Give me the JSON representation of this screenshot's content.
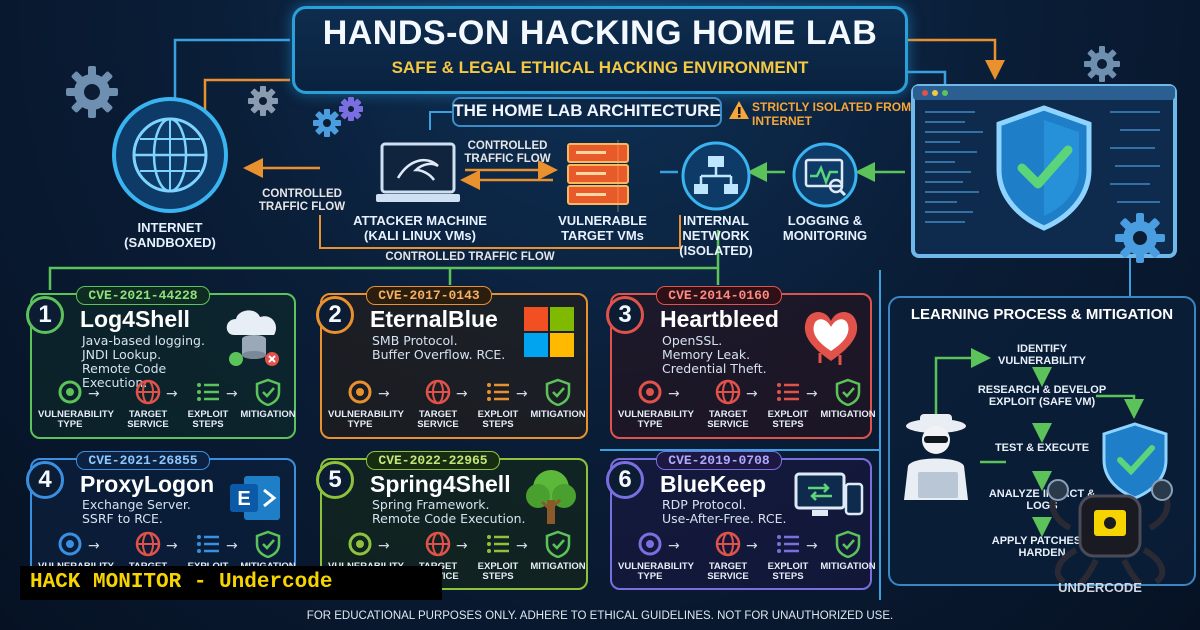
{
  "header": {
    "title": "HANDS-ON HACKING HOME LAB",
    "subtitle": "SAFE & LEGAL ETHICAL HACKING ENVIRONMENT"
  },
  "architecture": {
    "title": "THE HOME LAB ARCHITECTURE",
    "warning": "STRICTLY ISOLATED FROM INTERNET",
    "nodes": {
      "internet": "INTERNET (SANDBOXED)",
      "attacker": "ATTACKER MACHINE (KALI LINUX VMs)",
      "targets": "VULNERABLE TARGET VMs",
      "network": "INTERNAL NETWORK (ISOLATED)",
      "logging": "LOGGING & MONITORING"
    },
    "flow_left": "CONTROLLED TRAFFIC FLOW",
    "flow_top": "CONTROLLED TRAFFIC FLOW",
    "flow_bottom": "CONTROLLED TRAFFIC FLOW"
  },
  "steps": {
    "vuln_type": "VULNERABILITY TYPE",
    "target_service": "TARGET SERVICE",
    "exploit_steps": "EXPLOIT STEPS",
    "mitigation": "MITIGATION"
  },
  "cards": [
    {
      "num": "1",
      "cve": "CVE-2021-44228",
      "name": "Log4Shell",
      "d1": "Java-based logging.",
      "d2": "JNDI Lookup.",
      "d3": "Remote Code Execution.",
      "color": "#5cc25a"
    },
    {
      "num": "2",
      "cve": "CVE-2017-0143",
      "name": "EternalBlue",
      "d1": "SMB Protocol.",
      "d2": "Buffer Overflow. RCE.",
      "d3": "",
      "color": "#e8912e"
    },
    {
      "num": "3",
      "cve": "CVE-2014-0160",
      "name": "Heartbleed",
      "d1": "OpenSSL.",
      "d2": "Memory Leak.",
      "d3": "Credential Theft.",
      "color": "#e0524a"
    },
    {
      "num": "4",
      "cve": "CVE-2021-26855",
      "name": "ProxyLogon",
      "d1": "Exchange Server.",
      "d2": "SSRF to RCE.",
      "d3": "",
      "color": "#3a8fe0"
    },
    {
      "num": "5",
      "cve": "CVE-2022-22965",
      "name": "Spring4Shell",
      "d1": "Spring Framework.",
      "d2": "Remote Code Execution.",
      "d3": "",
      "color": "#8ec23a"
    },
    {
      "num": "6",
      "cve": "CVE-2019-0708",
      "name": "BlueKeep",
      "d1": "RDP Protocol.",
      "d2": "Use-After-Free. RCE.",
      "d3": "",
      "color": "#7a6ee0"
    }
  ],
  "learning": {
    "title": "LEARNING PROCESS & MITIGATION",
    "s1": "IDENTIFY VULNERABILITY",
    "s2": "RESEARCH & DEVELOP EXPLOIT (SAFE VM)",
    "s3": "TEST & EXECUTE",
    "s4": "ANALYZE IMPACT & LOGS",
    "s5": "APPLY PATCHES & HARDEN"
  },
  "footer": "FOR EDUCATIONAL PURPOSES ONLY. ADHERE TO ETHICAL GUIDELINES. NOT FOR UNAUTHORIZED USE.",
  "overlay": "HACK MONITOR - Undercode",
  "brand": "UNDERCODE"
}
